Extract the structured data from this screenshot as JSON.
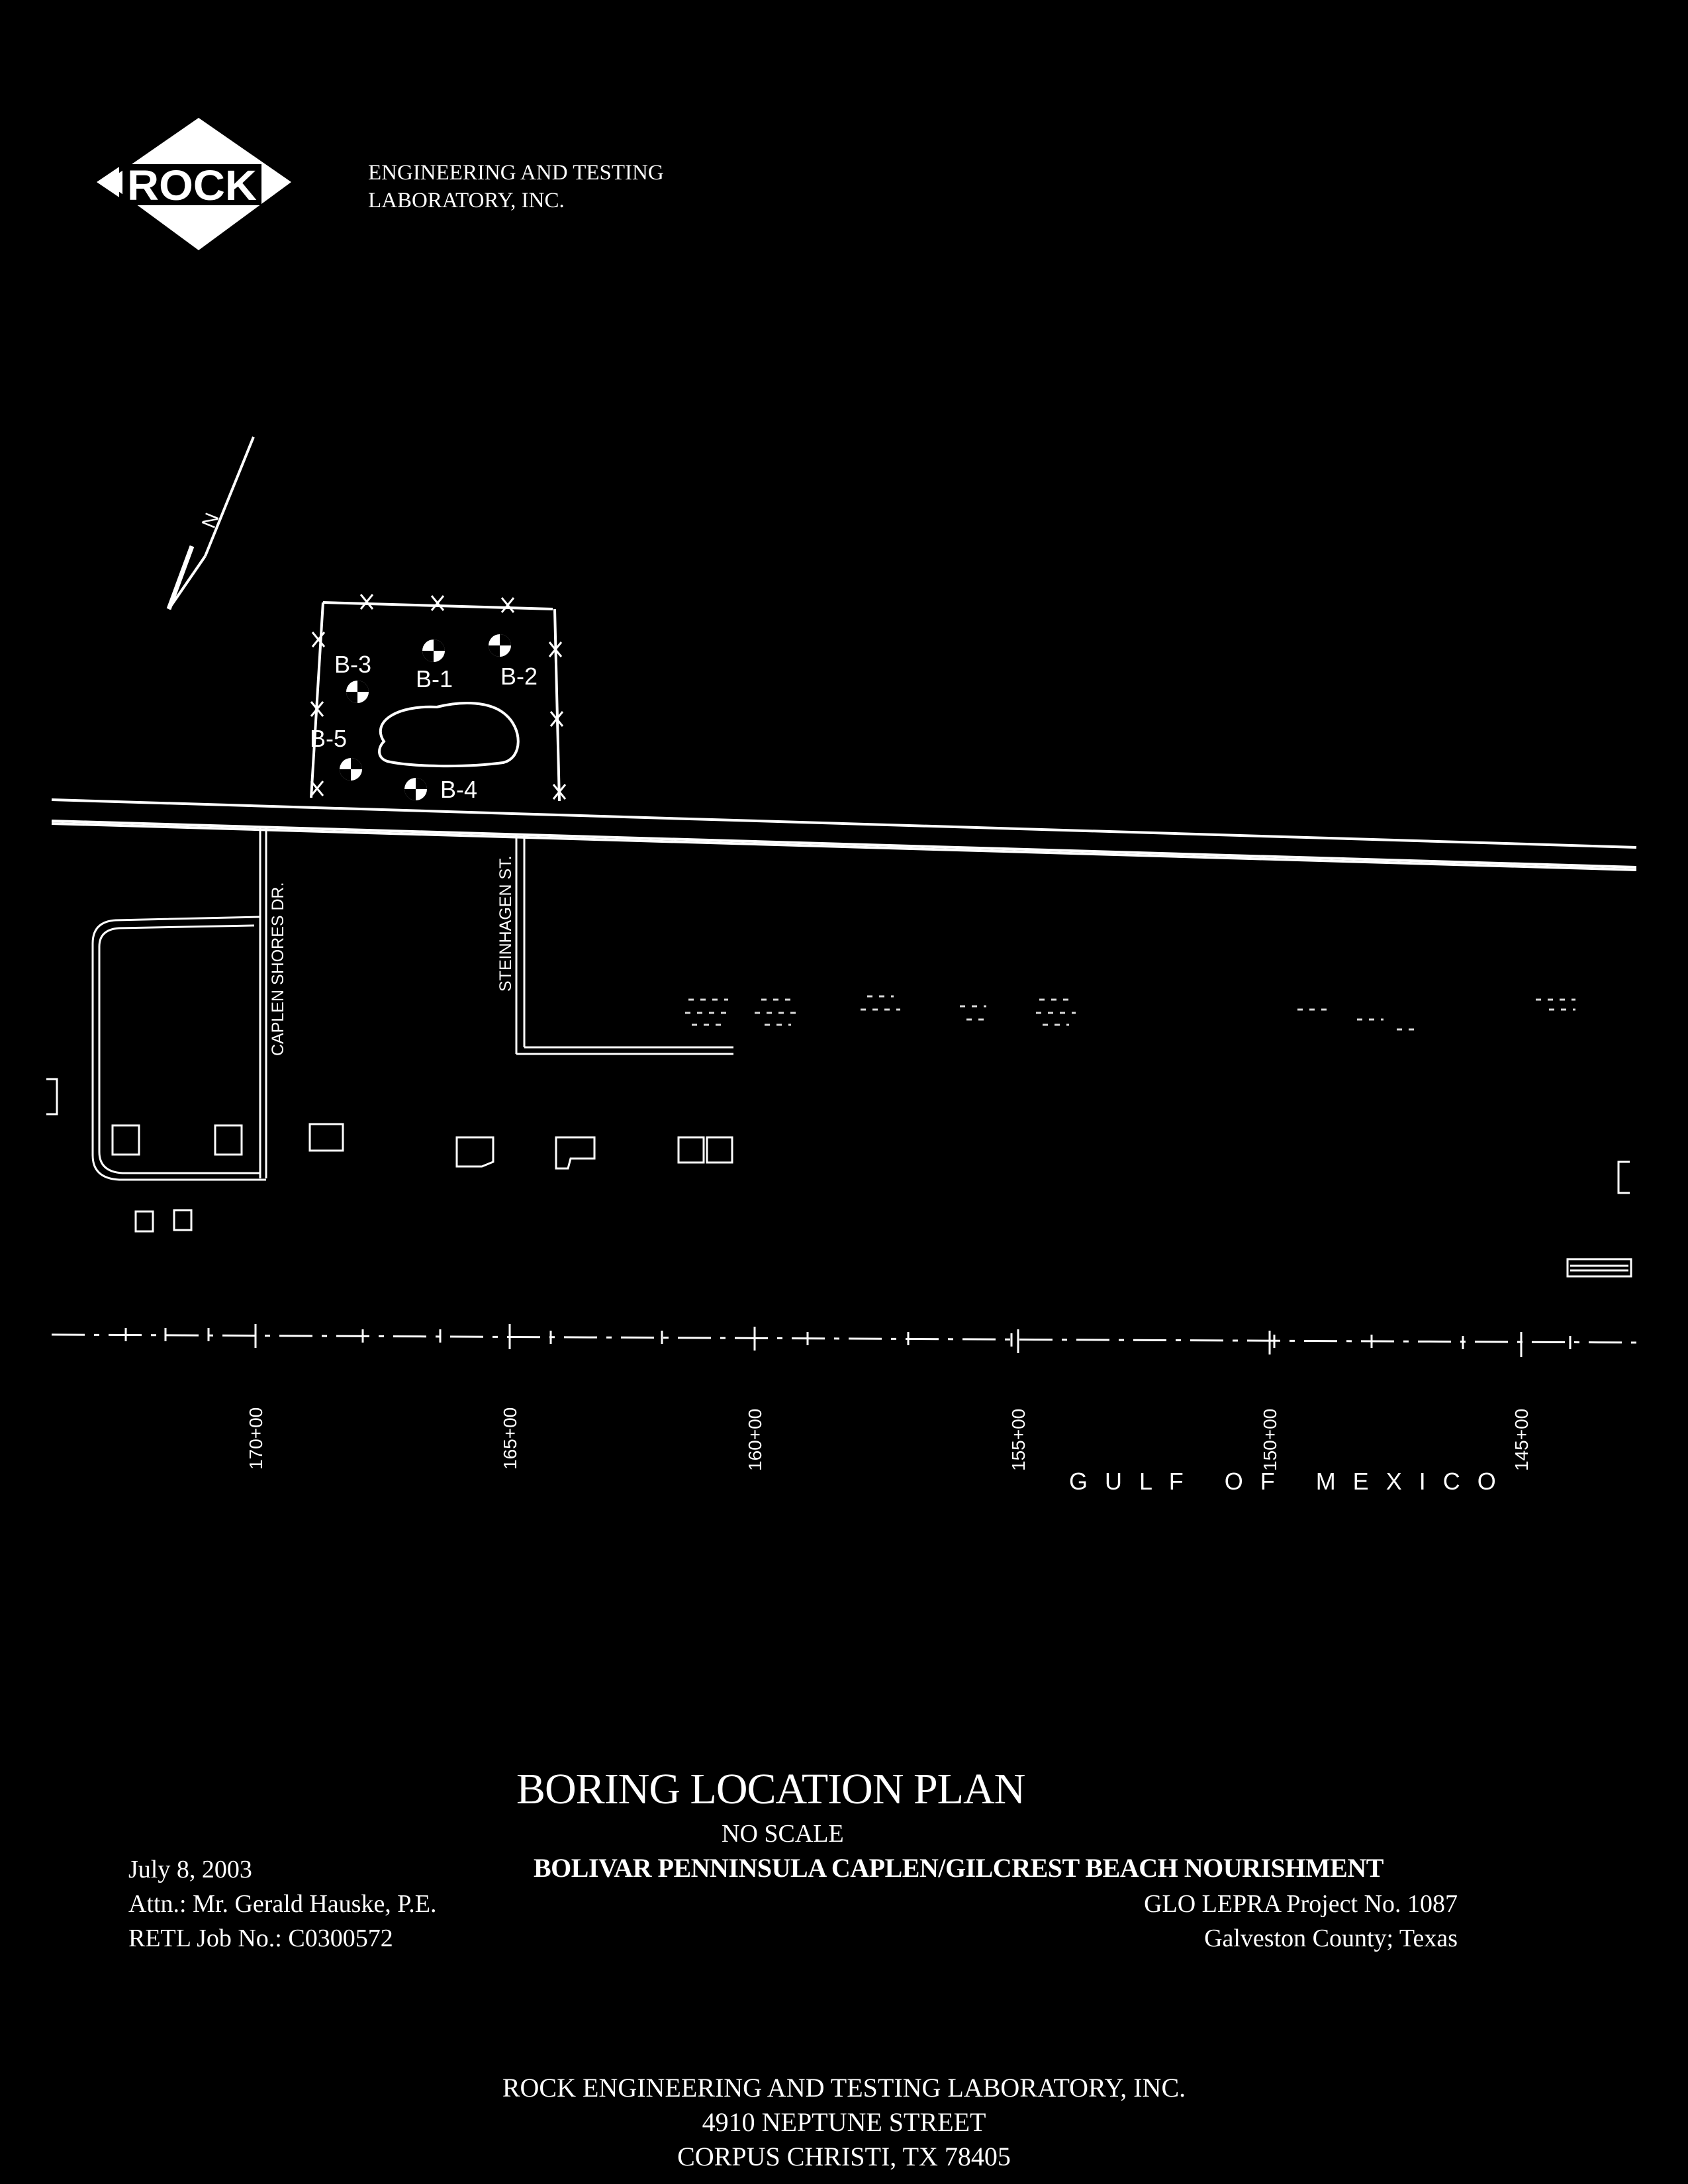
{
  "header": {
    "logo_text": "ROCK",
    "company_line1": "ENGINEERING AND TESTING",
    "company_line2": "LABORATORY, INC."
  },
  "map": {
    "north_label": "N",
    "borings": [
      "B-1",
      "B-2",
      "B-3",
      "B-4",
      "B-5"
    ],
    "streets": [
      "CAPLEN SHORES DR.",
      "STEINHAGEN ST."
    ],
    "stations": [
      "170+00",
      "165+00",
      "160+00",
      "155+00",
      "150+00",
      "145+00"
    ],
    "water_label": "G U L F   O F   M E X I C O"
  },
  "title_block": {
    "title": "BORING LOCATION PLAN",
    "scale_note": "NO SCALE",
    "project": "BOLIVAR PENNINSULA CAPLEN/GILCREST BEACH NOURISHMENT",
    "project_no": "GLO LEPRA Project No. 1087",
    "county": "Galveston County; Texas",
    "date": "July 8, 2003",
    "attn": "Attn.: Mr. Gerald Hauske, P.E.",
    "job_no": "RETL Job No.: C0300572"
  },
  "footer": {
    "company": "ROCK ENGINEERING AND TESTING LABORATORY, INC.",
    "street": "4910 NEPTUNE STREET",
    "city": "CORPUS CHRISTI, TX 78405"
  }
}
